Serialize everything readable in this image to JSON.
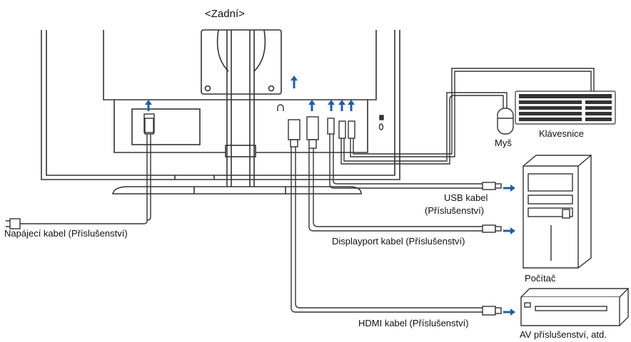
{
  "title": "<Zadní>",
  "labels": {
    "keyboard": "Klávesnice",
    "mouse": "Myš",
    "usb_line1": "USB kabel",
    "usb_line2": "(Příslušenství)",
    "power_cable": "Napájecí kabel (Příslušenství)",
    "displayport_cable": "Displayport kabel (Příslušenství)",
    "computer": "Počítač",
    "hdmi_cable": "HDMI kabel (Příslušenství)",
    "av_equipment": "AV příslušenství, atd."
  },
  "colors": {
    "line": "#333333",
    "arrow": "#1f5fa8",
    "background": "#ffffff"
  },
  "icons": [
    "monitor-back",
    "keyboard-icon",
    "mouse-icon",
    "computer-tower-icon",
    "av-device-icon",
    "power-plug-icon"
  ]
}
